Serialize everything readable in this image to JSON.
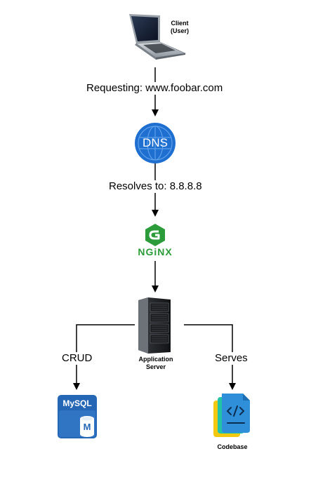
{
  "nodes": {
    "client": {
      "label_line1": "Client",
      "label_line2": "(User)",
      "icon": "laptop-icon"
    },
    "dns": {
      "text": "DNS",
      "icon": "dns-globe-icon",
      "color": "#1e6fd0"
    },
    "nginx": {
      "text": "NGiNX",
      "icon": "nginx-logo",
      "color": "#2c9b3a"
    },
    "app_server": {
      "label_line1": "Application",
      "label_line2": "Server",
      "icon": "server-rack-icon"
    },
    "mysql": {
      "text_top": "MySQL",
      "text_badge": "M",
      "icon": "mysql-database-icon",
      "color": "#2567b5"
    },
    "codebase": {
      "label": "Codebase",
      "icon": "code-file-icon",
      "colors": [
        "#f2c811",
        "#22c3a6",
        "#2f8fd8"
      ]
    }
  },
  "edges": {
    "request": "Requesting: www.foobar.com",
    "resolve": "Resolves to: 8.8.8.8",
    "crud": "CRUD",
    "serves": "Serves"
  }
}
